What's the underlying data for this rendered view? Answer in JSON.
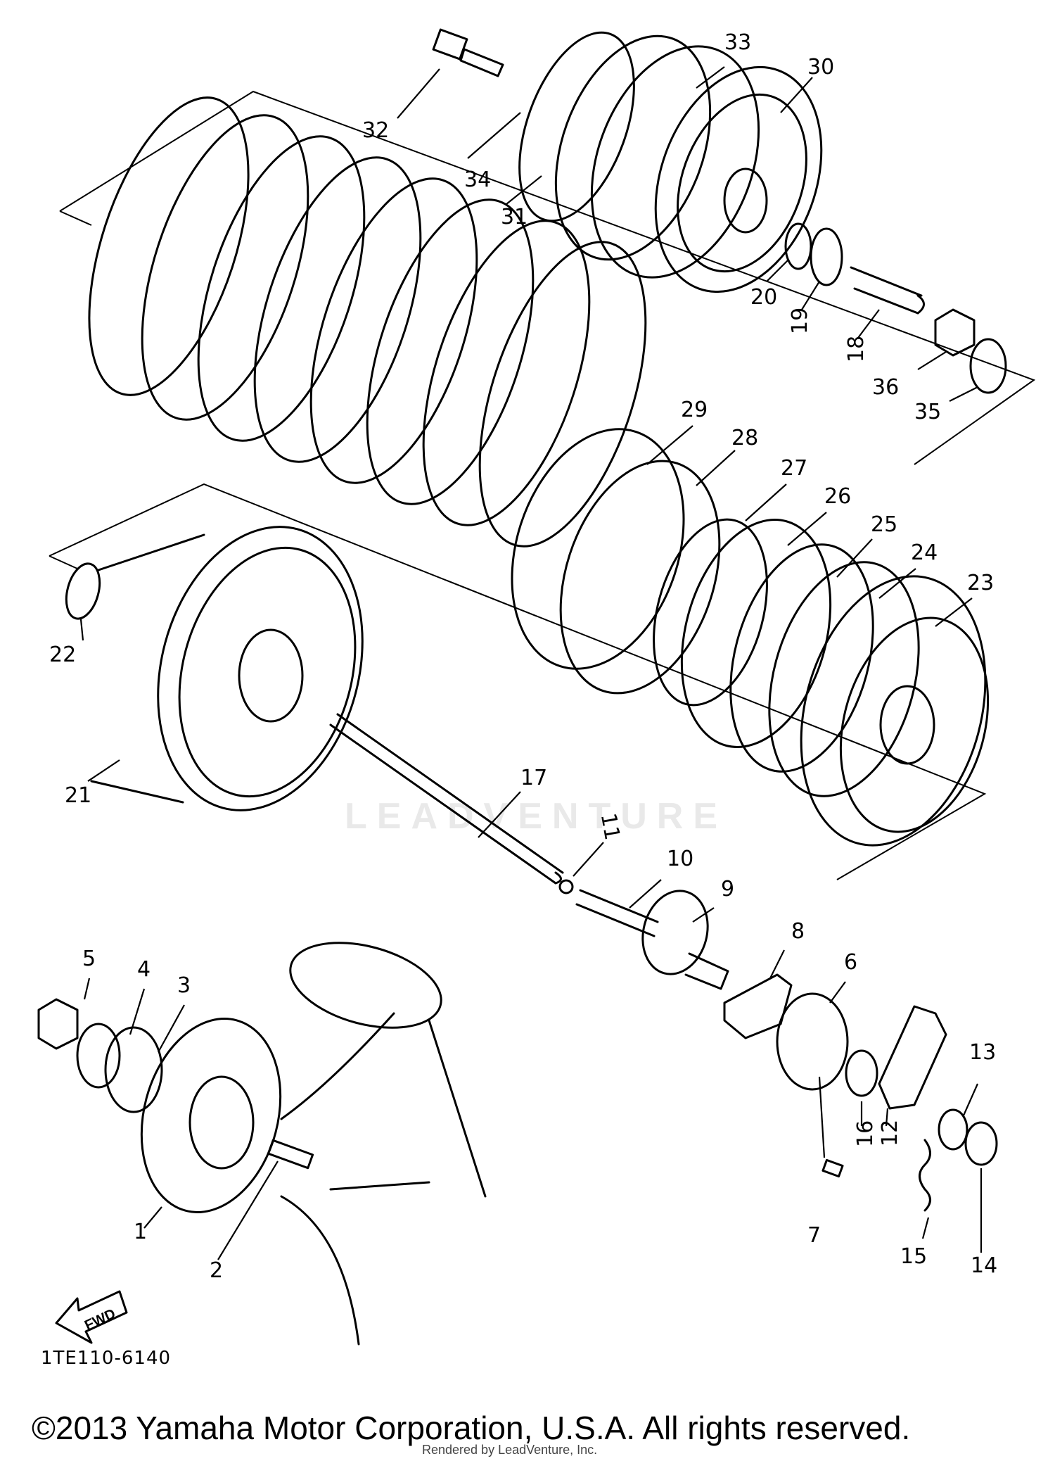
{
  "diagram": {
    "code": "1TE110-6140",
    "copyright": "©2013 Yamaha Motor Corporation, U.S.A. All rights reserved.",
    "rendered_by": "Rendered by LeadVenture, Inc.",
    "watermark": "LEADVENTURE",
    "fwd_label": "FWD"
  },
  "callouts": [
    "1",
    "2",
    "3",
    "4",
    "5",
    "6",
    "7",
    "8",
    "9",
    "10",
    "11",
    "12",
    "13",
    "14",
    "15",
    "16",
    "17",
    "18",
    "19",
    "20",
    "21",
    "22",
    "23",
    "24",
    "25",
    "26",
    "27",
    "28",
    "29",
    "30",
    "31",
    "32",
    "33",
    "34",
    "35",
    "36"
  ]
}
